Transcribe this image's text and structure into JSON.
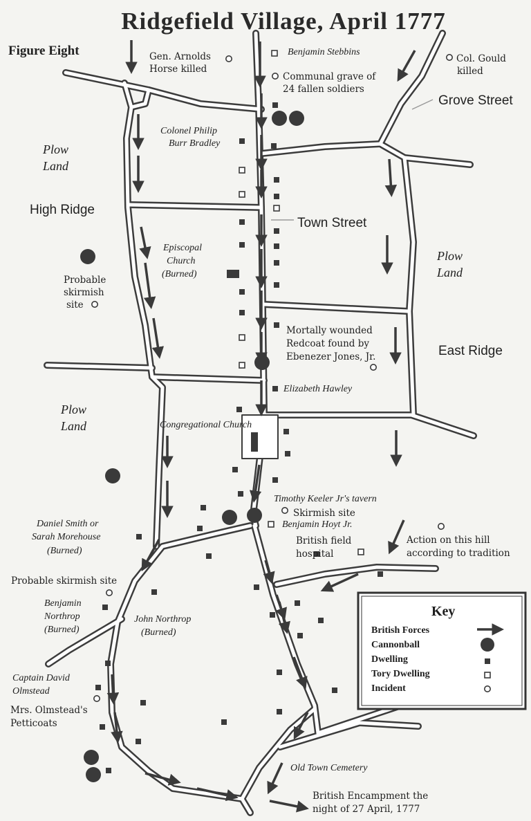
{
  "title": "Ridgefield Village, April 1777",
  "figure_label": "Figure Eight",
  "regions": {
    "plow_land_1": [
      "Plow",
      "Land"
    ],
    "plow_land_2": [
      "Plow",
      "Land"
    ],
    "plow_land_3": [
      "Plow",
      "Land"
    ],
    "high_ridge": "High Ridge",
    "east_ridge": "East Ridge"
  },
  "streets": {
    "grove_street": "Grove Street",
    "town_street": "Town Street"
  },
  "places": {
    "arnold_horse": [
      "Gen. Arnolds",
      "Horse killed"
    ],
    "stebbins": "Benjamin Stebbins",
    "communal_grave": [
      "Communal grave of",
      "24 fallen soldiers"
    ],
    "gould": [
      "Col. Gould",
      "killed"
    ],
    "bradley": [
      "Colonel Philip",
      "Burr Bradley"
    ],
    "episcopal": [
      "Episcopal",
      "Church",
      "(Burned)"
    ],
    "probable_skirmish": [
      "Probable",
      "skirmish",
      "site"
    ],
    "redcoat": [
      "Mortally wounded",
      "Redcoat found by",
      "Ebenezer Jones, Jr."
    ],
    "hawley": "Elizabeth Hawley",
    "congregational": "Congregational Church",
    "keeler": "Timothy Keeler Jr's tavern",
    "skirmish_site": "Skirmish site",
    "hoyt": "Benjamin Hoyt Jr.",
    "smith": [
      "Daniel Smith or",
      "Sarah Morehouse",
      "(Burned)"
    ],
    "field_hospital": [
      "British field",
      "hospital"
    ],
    "action_hill": [
      "Action on this hill",
      "according to tradition"
    ],
    "probable_skirmish_2": "Probable skirmish site",
    "b_northrop": [
      "Benjamin",
      "Northrop",
      "(Burned)"
    ],
    "j_northrop": [
      "John Northrop",
      "(Burned)"
    ],
    "olmstead": [
      "Captain David",
      "Olmstead"
    ],
    "petticoats": [
      "Mrs. Olmstead's",
      "Petticoats"
    ],
    "cemetery": "Old Town Cemetery",
    "encampment": [
      "British Encampment the",
      "night of 27 April, 1777"
    ]
  },
  "key": {
    "heading": "Key",
    "items": [
      "British Forces",
      "Cannonball",
      "Dwelling",
      "Tory Dwelling",
      "Incident"
    ]
  },
  "colors": {
    "ink": "#3a3a3a",
    "road_fill": "#ffffff",
    "paper": "#f4f4f1"
  }
}
